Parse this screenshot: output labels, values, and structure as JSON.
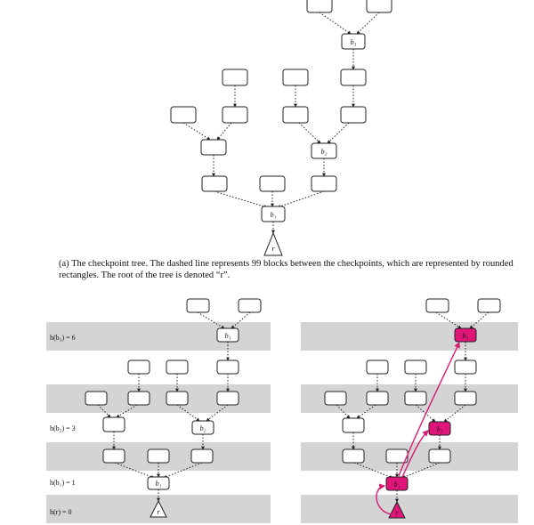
{
  "caption": "(a) The checkpoint tree. The dashed line represents 99 blocks between the checkpoints, which are represented by rounded rectangles. The root of the tree is denoted “r”.",
  "tree_labels": {
    "root": "r",
    "b1": "b₁",
    "b2": "b₂",
    "b3": "b₃"
  },
  "height_labels": {
    "h_b3": "h(b₃) = 6",
    "h_b2": "h(b₂) = 3",
    "h_b1": "h(b₁) = 1",
    "h_r": "h(r) = 0"
  },
  "colors": {
    "highlight": "#e0157a",
    "band": "#d4d4d4",
    "arc": "#d81b74"
  }
}
